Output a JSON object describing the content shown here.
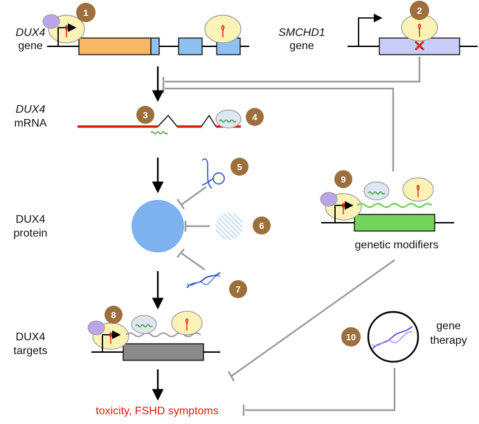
{
  "labels": {
    "dux4_gene_1": "DUX4",
    "dux4_gene_2": "gene",
    "smchd1_gene_1": "SMCHD1",
    "smchd1_gene_2": "gene",
    "dux4_mrna_1": "DUX4",
    "dux4_mrna_2": "mRNA",
    "dux4_protein_1": "DUX4",
    "dux4_protein_2": "protein",
    "dux4_targets_1": "DUX4",
    "dux4_targets_2": "targets",
    "genetic_modifiers": "genetic modifiers",
    "gene_therapy_1": "gene",
    "gene_therapy_2": "therapy",
    "outcome": "toxicity, FSHD symptoms"
  },
  "steps": [
    "1",
    "2",
    "3",
    "4",
    "5",
    "6",
    "7",
    "8",
    "9",
    "10"
  ],
  "colors": {
    "step_badge": "#9c6f3c",
    "mrna": "#e8180c",
    "exon_orange": "#f7b765",
    "exon_blue": "#8fc0f2",
    "smchd1_box": "#c8cdf7",
    "target_box": "#8a8a8a",
    "modifier_box": "#73d35a",
    "protein": "#7db2ee",
    "inhibitor_gray": "#9a9a9a",
    "outcome_red": "#e8180c"
  },
  "icons": {
    "mutation_mark": "red-x-icon",
    "promoter": "promoter-arrow-icon"
  }
}
